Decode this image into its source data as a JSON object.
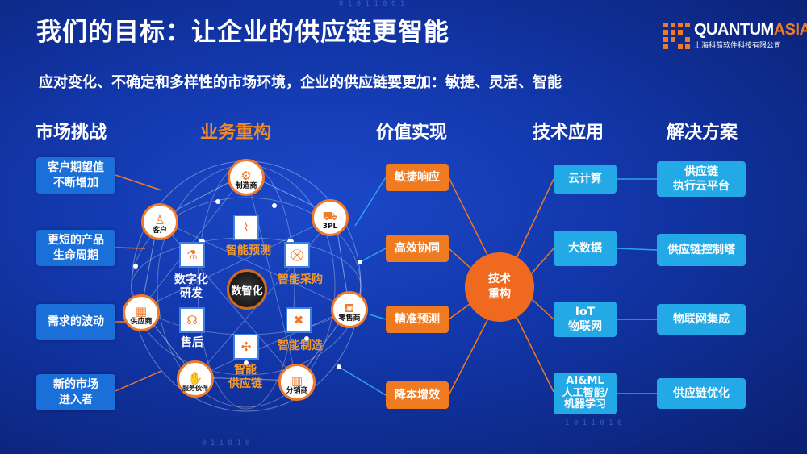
{
  "title": "我们的目标：让企业的供应链更智能",
  "subtitle": "应对变化、不确定和多样性的市场环境，企业的供应链要更加：敏捷、灵活、智能",
  "logo": {
    "word_main": "QUANTUM",
    "word_accent": "ASIA",
    "company": "上海科箭软件科技有限公司"
  },
  "columns": {
    "challenges": "市场挑战",
    "restructure": "业务重构",
    "value": "价值实现",
    "tech": "技术应用",
    "solutions": "解决方案"
  },
  "challenges": [
    "客户期望值\n不断增加",
    "更短的产品\n生命周期",
    "需求的波动",
    "新的市场\n进入者"
  ],
  "network": {
    "center": "数智化",
    "outer_nodes": [
      {
        "label": "制造商",
        "icon": "factory-icon"
      },
      {
        "label": "3PL",
        "icon": "truck-icon"
      },
      {
        "label": "零售商",
        "icon": "basket-icon"
      },
      {
        "label": "分销商",
        "icon": "warehouse-icon"
      },
      {
        "label": "服务伙伴",
        "icon": "handshake-icon"
      },
      {
        "label": "供应商",
        "icon": "building-icon"
      },
      {
        "label": "客户",
        "icon": "person-icon"
      }
    ],
    "inner": [
      {
        "label": "智能预测",
        "icon": "trend-icon"
      },
      {
        "label": "智能采购",
        "icon": "cart-icon"
      },
      {
        "label": "智能制造",
        "icon": "tools-icon"
      },
      {
        "label": "智能\n供应链",
        "icon": "network-icon"
      },
      {
        "label": "售后",
        "icon": "headset-icon"
      },
      {
        "label": "数字化\n研发",
        "icon": "flask-icon"
      }
    ]
  },
  "value": [
    "敏捷响应",
    "高效协同",
    "精准预测",
    "降本增效"
  ],
  "hub": {
    "line1": "技术",
    "line2": "重构"
  },
  "tech": [
    "云计算",
    "大数据",
    "IoT\n物联网",
    "AI&ML\n人工智能/\n机器学习"
  ],
  "solutions": [
    "供应链\n执行云平台",
    "供应链控制塔",
    "物联网集成",
    "供应链优化"
  ],
  "colors": {
    "background": "#1236a8",
    "orange": "#f07a1f",
    "challenge_blue": "#1a6fd8",
    "tech_cyan": "#22a9e6"
  }
}
